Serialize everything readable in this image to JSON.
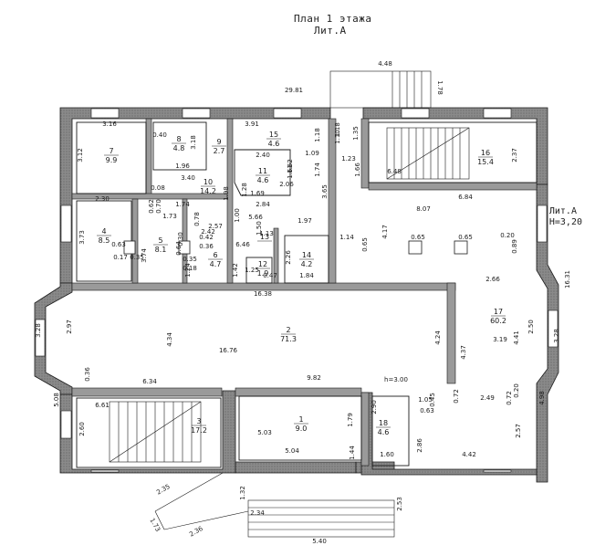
{
  "header": {
    "title": "План 1 этажа",
    "subtitle": "Лит.А"
  },
  "sheet": {
    "label": "Лит.А",
    "height": "Н=3,20"
  },
  "rooms": [
    {
      "id": "r7",
      "num": "7",
      "area": "9.9"
    },
    {
      "id": "r8",
      "num": "8",
      "area": "4.8"
    },
    {
      "id": "r9",
      "num": "9",
      "area": "2.7"
    },
    {
      "id": "r10",
      "num": "10",
      "area": "14.2"
    },
    {
      "id": "r11",
      "num": "11",
      "area": "4.6"
    },
    {
      "id": "r12",
      "num": "12",
      "area": "1.9"
    },
    {
      "id": "r13",
      "num": "13",
      "area": ""
    },
    {
      "id": "r14",
      "num": "14",
      "area": "4.2"
    },
    {
      "id": "r15",
      "num": "15",
      "area": "4.6"
    },
    {
      "id": "r16",
      "num": "16",
      "area": "15.4"
    },
    {
      "id": "r4",
      "num": "4",
      "area": "8.5"
    },
    {
      "id": "r5",
      "num": "5",
      "area": "8.1"
    },
    {
      "id": "r6",
      "num": "6",
      "area": "4.7"
    },
    {
      "id": "r2",
      "num": "2",
      "area": "71.3"
    },
    {
      "id": "r17",
      "num": "17",
      "area": "60.2"
    },
    {
      "id": "r3",
      "num": "3",
      "area": "17.2"
    },
    {
      "id": "r1",
      "num": "1",
      "area": "9.0"
    },
    {
      "id": "r18",
      "num": "18",
      "area": "4.6"
    }
  ],
  "dimensions": [
    "29.81",
    "4.48",
    "1.78",
    "3.16",
    "3.12",
    "0.40",
    "3.18",
    "1.96",
    "3.40",
    "2.40",
    "1.62",
    "3.91",
    "1.18",
    "1.18",
    "1.10",
    "1.35",
    "1.98",
    "2.84",
    "2.06",
    "1.61",
    "1.74",
    "1.09",
    "1.23",
    "1.66",
    "6.48",
    "2.37",
    "1.69",
    "3.65",
    "1.28",
    "2.30",
    "0.08",
    "0.62",
    "0.70",
    "1.74",
    "1.73",
    "0.78",
    "1.00",
    "5.66",
    "1.97",
    "2.57",
    "2.42",
    "6.84",
    "8.07",
    "3.73",
    "0.63",
    "0.17",
    "0.35",
    "3.74",
    "0.30",
    "0.64",
    "0.35",
    "0.18",
    "0.42",
    "0.36",
    "1.24",
    "6.46",
    "1.50",
    "1.13",
    "1.14",
    "0.65",
    "4.17",
    "0.65",
    "0.65",
    "0.20",
    "0.89",
    "1.42",
    "1.25",
    "0.47",
    "2.26",
    "1.84",
    "2.66",
    "16.31",
    "16.38",
    "3.28",
    "2.97",
    "4.24",
    "4.37",
    "2.50",
    "4.41",
    "3.19",
    "3.28",
    "4.34",
    "16.76",
    "0.36",
    "6.34",
    "9.82",
    "h=3.00",
    "5.08",
    "6.61",
    "2.60",
    "1.05",
    "0.45",
    "0.72",
    "0.63",
    "2.49",
    "0.20",
    "0.72",
    "4.98",
    "2.90",
    "1.79",
    "5.03",
    "5.04",
    "1.44",
    "2.86",
    "1.60",
    "4.42",
    "2.57",
    "2.35",
    "1.32",
    "2.53",
    "1.73",
    "2.36",
    "2.34",
    "5.40"
  ],
  "colors": {
    "wall": "#7d7d7d",
    "line": "#1a1a1a",
    "hatch": "#555555"
  }
}
